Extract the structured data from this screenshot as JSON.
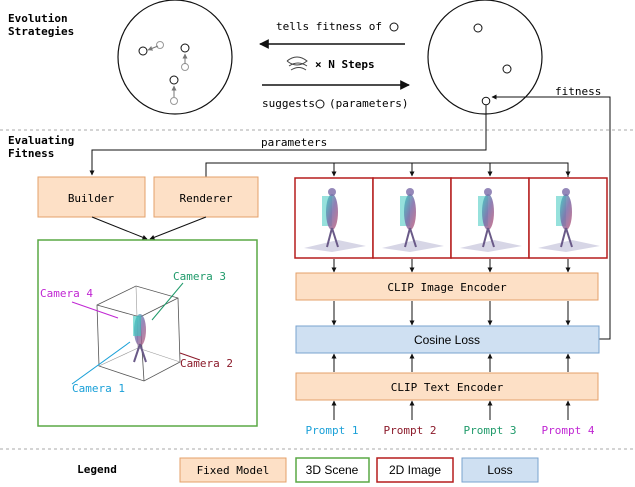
{
  "sections": {
    "evolution": "Evolution Strategies",
    "evaluating": "Evaluating Fitness"
  },
  "es_loop": {
    "tells_fitness": "tells fitness of",
    "n_steps": "× N Steps",
    "suggests": "suggests",
    "parameters_paren": "(parameters)",
    "fitness": "fitness"
  },
  "pipeline": {
    "parameters": "parameters",
    "builder": "Builder",
    "renderer": "Renderer",
    "clip_image": "CLIP Image Encoder",
    "cosine_loss": "Cosine Loss",
    "clip_text": "CLIP Text Encoder"
  },
  "scene": {
    "cameras": [
      {
        "label": "Camera 1",
        "color": "#1aa0d8"
      },
      {
        "label": "Camera 2",
        "color": "#8b1a2a"
      },
      {
        "label": "Camera 3",
        "color": "#1f9a6a"
      },
      {
        "label": "Camera 4",
        "color": "#c026d3"
      }
    ]
  },
  "prompts": [
    {
      "label": "Prompt 1",
      "color": "#1aa0d8"
    },
    {
      "label": "Prompt 2",
      "color": "#8b1a2a"
    },
    {
      "label": "Prompt 3",
      "color": "#1f9a6a"
    },
    {
      "label": "Prompt 4",
      "color": "#c026d3"
    }
  ],
  "legend": {
    "title": "Legend",
    "fixed_model": "Fixed Model",
    "scene_3d": "3D Scene",
    "image_2d": "2D Image",
    "loss": "Loss"
  },
  "colors": {
    "fixed_model_fill": "#fde0c6",
    "fixed_model_stroke": "#e4a06a",
    "scene_stroke": "#5aa845",
    "image_stroke": "#b51d1d",
    "loss_fill": "#cfe0f2",
    "loss_stroke": "#7aa3cf",
    "separator": "#aaaaaa"
  }
}
